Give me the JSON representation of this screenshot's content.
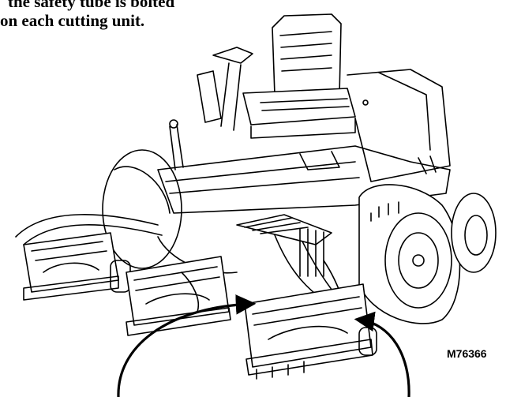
{
  "instructions": {
    "line1": "the safety tube is bolted",
    "line2": "on each cutting unit."
  },
  "figure": {
    "code": "M76366",
    "subject": "riding reel mower with three cutting units and safety tubes",
    "callout_count": 2
  },
  "colors": {
    "ink": "#000000",
    "paper": "#ffffff"
  }
}
